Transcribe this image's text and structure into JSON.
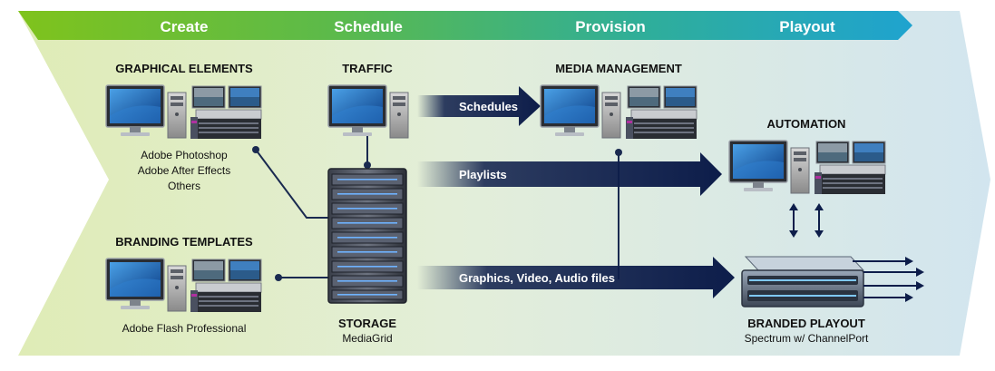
{
  "colors": {
    "phase_bar_start": "#7fc31c",
    "phase_bar_end": "#1fa3cf",
    "background_start": "#dbe9b0",
    "background_end": "#d4e6ef",
    "arrow_navy": "#0d1d4a",
    "connector": "#1a2a50"
  },
  "phases": [
    "Create",
    "Schedule",
    "Provision",
    "Playout"
  ],
  "sections": {
    "graphical_elements": {
      "title": "GRAPHICAL ELEMENTS",
      "lines": [
        "Adobe Photoshop",
        "Adobe After Effects",
        "Others"
      ]
    },
    "branding_templates": {
      "title": "BRANDING TEMPLATES",
      "lines": [
        "Adobe Flash Professional"
      ]
    },
    "traffic": {
      "title": "TRAFFIC"
    },
    "storage": {
      "title": "STORAGE",
      "subtitle": "MediaGrid"
    },
    "media_management": {
      "title": "MEDIA MANAGEMENT"
    },
    "automation": {
      "title": "AUTOMATION"
    },
    "branded_playout": {
      "title": "BRANDED PLAYOUT",
      "subtitle": "Spectrum w/ ChannelPort"
    }
  },
  "arrows": {
    "schedules": "Schedules",
    "playlists": "Playlists",
    "files": "Graphics, Video, Audio files"
  },
  "icons": [
    "desktop-computer-icon",
    "editing-workstation-icon",
    "storage-rack-icon",
    "playout-server-icon"
  ]
}
